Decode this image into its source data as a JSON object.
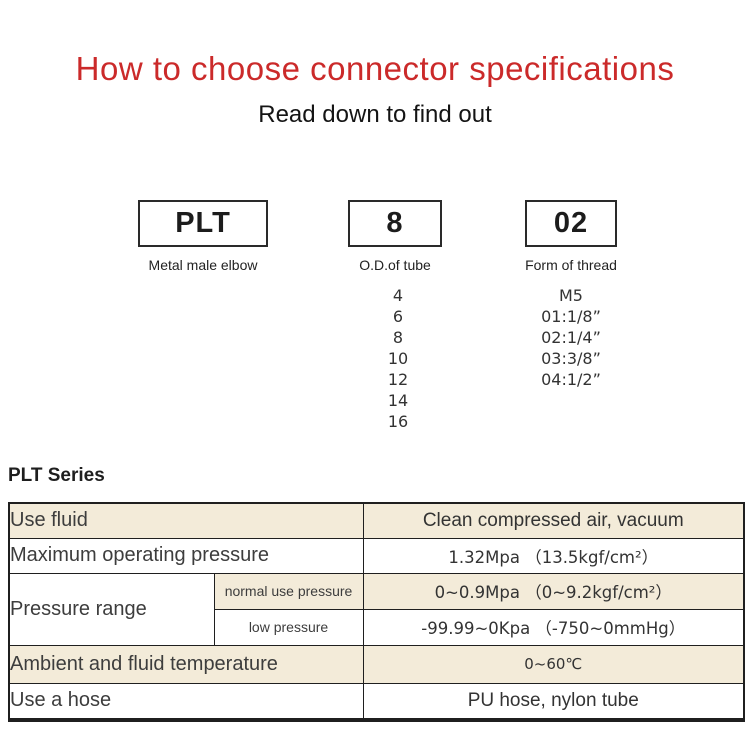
{
  "header": {
    "title": "How to choose connector specifications",
    "subtitle": "Read down to find out"
  },
  "selector": {
    "boxes": [
      {
        "code": "PLT",
        "label": "Metal male elbow"
      },
      {
        "code": "8",
        "label": "O.D.of tube"
      },
      {
        "code": "02",
        "label": "Form of thread"
      }
    ],
    "tube_options": [
      "4",
      "6",
      "8",
      "10",
      "12",
      "14",
      "16"
    ],
    "thread_options": [
      "M5",
      "01:1/8”",
      "02:1/4”",
      "03:3/8”",
      "04:1/2”"
    ]
  },
  "series": {
    "heading": "PLT Series",
    "table": {
      "use_fluid": {
        "label": "Use fluid",
        "value": "Clean compressed air, vacuum"
      },
      "max_pressure": {
        "label": "Maximum operating pressure",
        "value": "1.32Mpa （13.5kgf/cm²）"
      },
      "pressure_range": {
        "label": "Pressure range",
        "normal": {
          "label": "normal use pressure",
          "value": "0~0.9Mpa （0~9.2kgf/cm²）"
        },
        "low": {
          "label": "low pressure",
          "value": "-99.99~0Kpa （-750~0mmHg）"
        }
      },
      "temperature": {
        "label": "Ambient and fluid temperature",
        "value": "0~60℃"
      },
      "hose": {
        "label": "Use a hose",
        "value": "PU hose, nylon tube"
      }
    }
  },
  "colors": {
    "accent_red": "#cb2a2a",
    "row_beige": "#f3ebd9",
    "border_dark": "#1f1f1f"
  }
}
